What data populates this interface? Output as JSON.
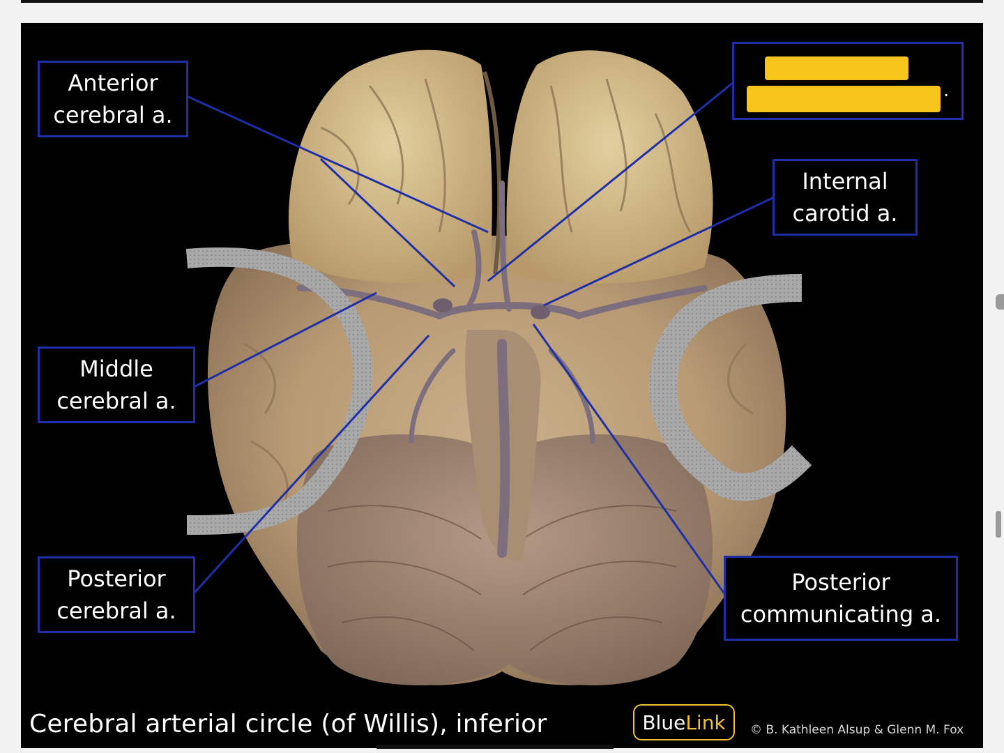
{
  "labels": {
    "anterior_cerebral": "Anterior\ncerebral a.",
    "internal_carotid": "Internal\ncarotid a.",
    "middle_cerebral": "Middle\ncerebral a.",
    "posterior_cerebral": "Posterior\ncerebral a.",
    "posterior_communicating": "Posterior\ncommunicating a.",
    "redacted_label_period": "."
  },
  "caption": "Cerebral arterial circle (of Willis), inferior",
  "brand": {
    "prefix": "Blue",
    "accent": "Link"
  },
  "copyright": "© B. Kathleen Alsup & Glenn M. Fox",
  "colors": {
    "leader_line": "#1f2fa8",
    "highlight": "#f7c41c",
    "brand_accent": "#f2c230",
    "background": "#000000"
  }
}
